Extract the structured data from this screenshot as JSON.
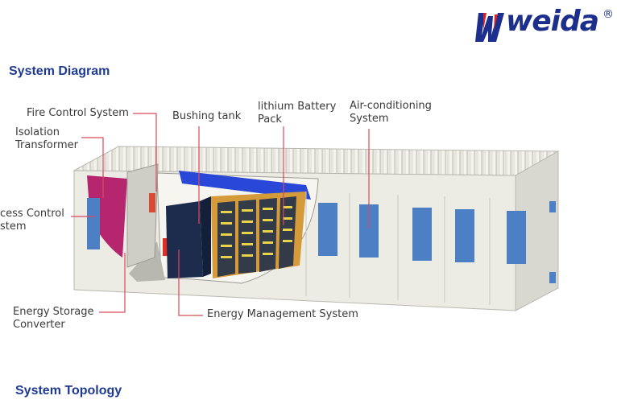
{
  "brand": {
    "name": "weida",
    "registered_mark": "®",
    "colors": {
      "blue": "#1c2f8c",
      "red": "#d6262c"
    }
  },
  "sections": [
    {
      "title": "System Diagram"
    },
    {
      "title": "System Topology"
    }
  ],
  "diagram": {
    "labels": {
      "fire_control": "Fire Control System",
      "isolation_transformer": "Isolation\nTransformer",
      "process_control": "cess Control\nstem",
      "energy_storage_converter": "Energy Storage\nConverter",
      "bushing_tank": "Bushing tank",
      "lithium_pack": "lithium Battery\nPack",
      "air_conditioning": "Air-conditioning\nSystem",
      "energy_management": "Energy Management System"
    },
    "colors": {
      "leader_line": "#d94a5a",
      "container": "#ecebe4",
      "panel": "#4d7fc4",
      "transformer": "#b5266e",
      "battery_rack": "#d59a3a",
      "ems_cabinet": "#1d2b4d"
    }
  }
}
